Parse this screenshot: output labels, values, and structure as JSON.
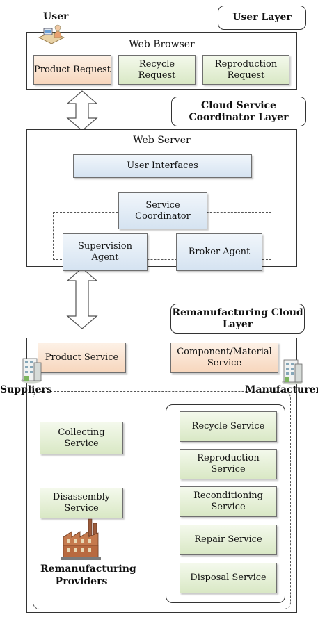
{
  "layers": {
    "user": "User Layer",
    "cloud_service": "Cloud Service Coordinator Layer",
    "remanufacturing": "Remanufacturing Cloud Layer"
  },
  "user_section": {
    "user_label": "User",
    "browser_title": "Web Browser",
    "requests": [
      "Product Request",
      "Recycle Request",
      "Reproduction Request"
    ]
  },
  "web_server": {
    "title": "Web Server",
    "user_interfaces": "User Interfaces",
    "service_coordinator": "Service Coordinator",
    "supervision_agent": "Supervision Agent",
    "broker_agent": "Broker Agent"
  },
  "remanufacturing": {
    "product_service": "Product Service",
    "component_service": "Component/Material Service",
    "suppliers": "Suppliers",
    "manufacturers": "Manufacturers",
    "collecting_service": "Collecting Service",
    "disassembly_service": "Disassembly Service",
    "providers": "Remanufacturing Providers",
    "services": [
      "Recycle Service",
      "Reproduction Service",
      "Reconditioning Service",
      "Repair Service",
      "Disposal Service"
    ]
  },
  "colors": {
    "request_orange": "#f7d6bd",
    "service_green": "#d9e8c5",
    "agent_blue": "#d5e3f1",
    "border": "#333333"
  }
}
